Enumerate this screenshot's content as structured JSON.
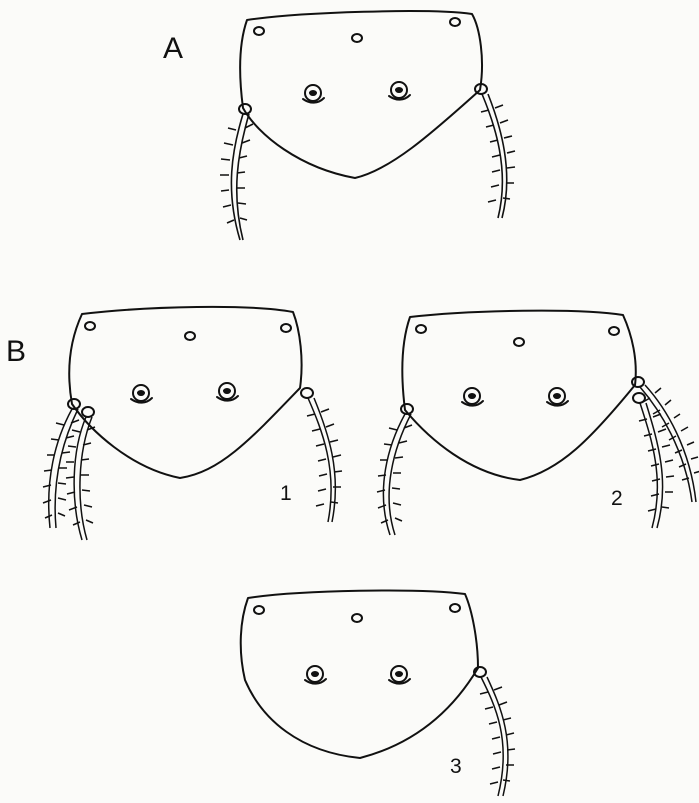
{
  "figure": {
    "panel_labels": {
      "a": "A",
      "b": "B"
    },
    "variant_labels": {
      "v1": "1",
      "v2": "2",
      "v3": "3"
    },
    "colors": {
      "ink": "#111111",
      "paper": "#fbfbf9"
    }
  }
}
